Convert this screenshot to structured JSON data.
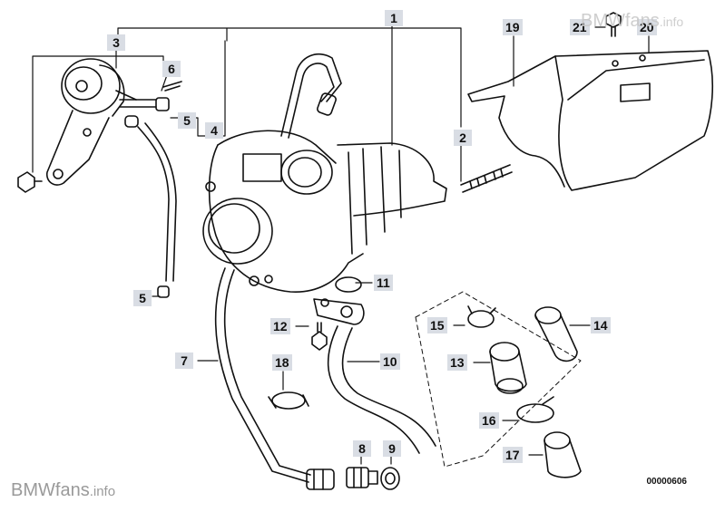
{
  "diagram": {
    "callouts": [
      {
        "id": "c1",
        "label": "1"
      },
      {
        "id": "c2",
        "label": "2"
      },
      {
        "id": "c3",
        "label": "3"
      },
      {
        "id": "c4",
        "label": "4"
      },
      {
        "id": "c5a",
        "label": "5"
      },
      {
        "id": "c5b",
        "label": "5"
      },
      {
        "id": "c6",
        "label": "6"
      },
      {
        "id": "c7",
        "label": "7"
      },
      {
        "id": "c8",
        "label": "8"
      },
      {
        "id": "c9",
        "label": "9"
      },
      {
        "id": "c10",
        "label": "10"
      },
      {
        "id": "c11",
        "label": "11"
      },
      {
        "id": "c12",
        "label": "12"
      },
      {
        "id": "c13",
        "label": "13"
      },
      {
        "id": "c14",
        "label": "14"
      },
      {
        "id": "c15",
        "label": "15"
      },
      {
        "id": "c16",
        "label": "16"
      },
      {
        "id": "c17",
        "label": "17"
      },
      {
        "id": "c18",
        "label": "18"
      },
      {
        "id": "c19",
        "label": "19"
      },
      {
        "id": "c20",
        "label": "20"
      },
      {
        "id": "c21",
        "label": "21"
      }
    ],
    "part_number": "00000606"
  },
  "watermark": {
    "brand": "BMW",
    "brand_suffix": "fans",
    "domain": ".info"
  }
}
